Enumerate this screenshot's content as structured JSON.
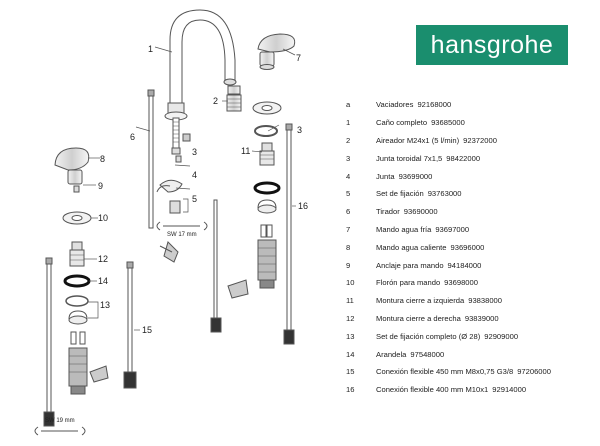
{
  "brand": {
    "logo_text": "hansgrohe",
    "color": "#1a8e6e"
  },
  "callouts": {
    "c1": "1",
    "c2": "2",
    "c3a": "3",
    "c3b": "3",
    "c4": "4",
    "c5": "5",
    "c6": "6",
    "c7": "7",
    "c8": "8",
    "c9": "9",
    "c10": "10",
    "c11": "11",
    "c12": "12",
    "c13": "13",
    "c14": "14",
    "c15": "15",
    "c16": "16"
  },
  "wrench_labels": {
    "top": "SW 17 mm",
    "bottom": "SW 19 mm"
  },
  "parts": [
    {
      "code": "a",
      "description": "Vaciadores",
      "number": "92168000"
    },
    {
      "code": "1",
      "description": "Caño completo",
      "number": "93685000"
    },
    {
      "code": "2",
      "description": "Aireador M24x1 (5 l/min)",
      "number": "92372000"
    },
    {
      "code": "3",
      "description": "Junta toroidal 7x1,5",
      "number": "98422000"
    },
    {
      "code": "4",
      "description": "Junta",
      "number": "93699000"
    },
    {
      "code": "5",
      "description": "Set de fijación",
      "number": "93763000"
    },
    {
      "code": "6",
      "description": "Tirador",
      "number": "93690000"
    },
    {
      "code": "7",
      "description": "Mando agua fría",
      "number": "93697000"
    },
    {
      "code": "8",
      "description": "Mando agua caliente",
      "number": "93696000"
    },
    {
      "code": "9",
      "description": "Anclaje para mando",
      "number": "94184000"
    },
    {
      "code": "10",
      "description": "Florón para mando",
      "number": "93698000"
    },
    {
      "code": "11",
      "description": "Montura cierre a izquierda",
      "number": "93838000"
    },
    {
      "code": "12",
      "description": "Montura cierre a derecha",
      "number": "93839000"
    },
    {
      "code": "13",
      "description": "Set de fijación completo (Ø 28)",
      "number": "92909000"
    },
    {
      "code": "14",
      "description": "Arandela",
      "number": "97548000"
    },
    {
      "code": "15",
      "description": "Conexión flexible 450 mm M8x0,75 G3/8",
      "number": "97206000"
    },
    {
      "code": "16",
      "description": "Conexión flexible 400 mm M10x1",
      "number": "92914000"
    }
  ]
}
